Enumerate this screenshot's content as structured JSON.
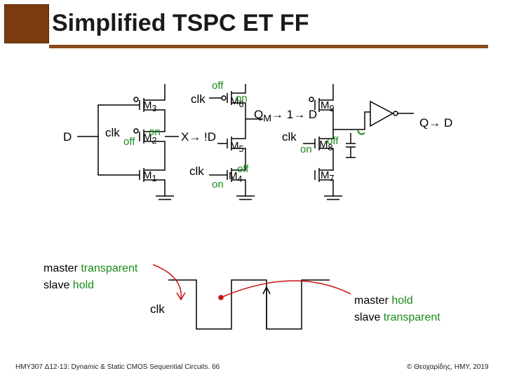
{
  "slide": {
    "title": "Simplified TSPC ET FF",
    "footer_left": "HMY307 Δ12-13: Dynamic & Static CMOS Sequential Circuits. 66",
    "footer_right": "© Θεοχαρίδης, HMY, 2019"
  },
  "circuit": {
    "D_in": "D",
    "clk1": "clk",
    "clk2": "clk",
    "clk3": "clk",
    "clk4": "clk",
    "M1": "M",
    "M1_sub": "1",
    "M2": "M",
    "M2_sub": "2",
    "M3": "M",
    "M3_sub": "3",
    "M4": "M",
    "M4_sub": "4",
    "M5": "M",
    "M5_sub": "5",
    "M6": "M",
    "M6_sub": "6",
    "M7": "M",
    "M7_sub": "7",
    "M8": "M",
    "M8_sub": "8",
    "M9": "M",
    "M9_sub": "9",
    "off_top": "off",
    "on_m6": "on",
    "off_m2": "off",
    "on_m2": "on",
    "X_label": "X→ !D",
    "on_m4": "on",
    "off_m4": "off",
    "QM_label": "Q",
    "QM_sub": "M",
    "QM_rest": "→ 1→ D",
    "on_m8": "on",
    "off_m8": "off",
    "Q_out": "Q→ D"
  },
  "notes": {
    "left_line1_a": "master ",
    "left_line1_b": "transparent",
    "left_line2_a": "slave ",
    "left_line2_b": "hold",
    "right_line1_a": "master ",
    "right_line1_b": "hold",
    "right_line2_a": "slave ",
    "right_line2_b": "transparent",
    "clk_wave_label": "clk"
  },
  "colors": {
    "accent_green": "#1a8a1a",
    "arrow_red": "#cc1111",
    "title_rule": "#8a4a1a"
  }
}
